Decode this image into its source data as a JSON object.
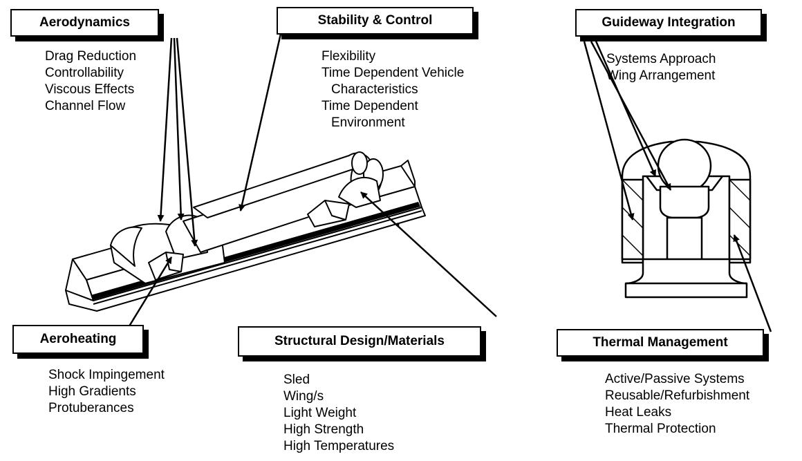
{
  "topics": {
    "aerodynamics": {
      "title": "Aerodynamics",
      "items": [
        "Drag Reduction",
        "Controllability",
        "Viscous Effects",
        "Channel Flow"
      ]
    },
    "stability_control": {
      "title": "Stability & Control",
      "items": [
        "Flexibility",
        "Time Dependent Vehicle",
        "Characteristics",
        "Time Dependent",
        "Environment"
      ]
    },
    "guideway_integration": {
      "title": "Guideway Integration",
      "items": [
        "Systems Approach",
        "Wing Arrangement"
      ]
    },
    "aeroheating": {
      "title": "Aeroheating",
      "items": [
        "Shock Impingement",
        "High Gradients",
        "Protuberances"
      ]
    },
    "structural_design": {
      "title": "Structural Design/Materials",
      "items": [
        "Sled",
        "Wing/s",
        "Light Weight",
        "High Strength",
        "High Temperatures"
      ]
    },
    "thermal_management": {
      "title": "Thermal Management",
      "items": [
        "Active/Passive Systems",
        "Reusable/Refurbishment",
        "Heat Leaks",
        "Thermal Protection"
      ]
    }
  }
}
